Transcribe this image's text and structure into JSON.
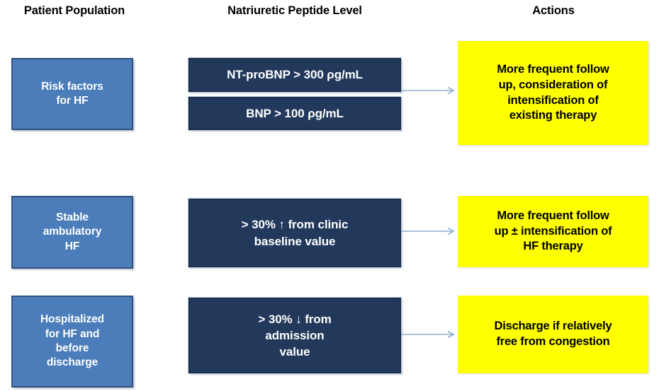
{
  "headers": {
    "population": "Patient Population",
    "peptide": "Natriuretic Peptide Level",
    "actions": "Actions"
  },
  "colors": {
    "population_fill": "#4a7dba",
    "population_border": "#2e5181",
    "peptide_fill": "#23395c",
    "peptide_border": "#1b2d4a",
    "action_fill": "#ffff00",
    "action_text": "#000000",
    "arrow": "#8fadd1",
    "header_text": "#000000"
  },
  "rows": [
    {
      "population": {
        "lines": [
          "Risk factors",
          "for HF"
        ]
      },
      "peptide": [
        {
          "lines": [
            "NT-proBNP > 300 ρg/mL"
          ]
        },
        {
          "lines": [
            "BNP > 100 ρg/mL"
          ]
        }
      ],
      "action": {
        "lines": [
          "More frequent follow",
          "up, consideration of",
          "intensification of",
          "existing therapy"
        ]
      },
      "connector": {
        "icon": "arrow-right-icon"
      }
    },
    {
      "population": {
        "lines": [
          "Stable",
          "ambulatory",
          "HF"
        ]
      },
      "peptide": [
        {
          "lines": [
            "> 30% ↑ from clinic",
            "baseline value"
          ]
        }
      ],
      "action": {
        "lines": [
          "More frequent follow",
          "up ± intensification of",
          "HF therapy"
        ]
      },
      "connector": {
        "icon": "arrow-right-icon"
      }
    },
    {
      "population": {
        "lines": [
          "Hospitalized",
          "for HF and",
          "before",
          "discharge"
        ]
      },
      "peptide": [
        {
          "lines": [
            "> 30% ↓ from",
            "admission",
            "value"
          ]
        }
      ],
      "action": {
        "lines": [
          "Discharge if relatively",
          "free from congestion"
        ]
      },
      "connector": {
        "icon": "arrow-right-icon"
      }
    }
  ]
}
